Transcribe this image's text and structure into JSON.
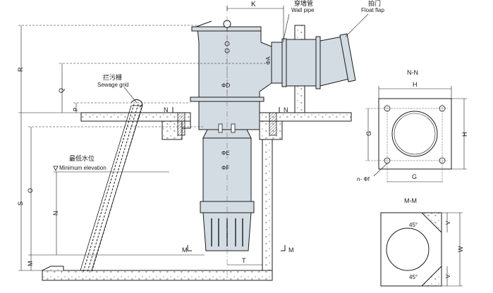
{
  "labels": {
    "K": "K",
    "wall_pipe_cn": "穿墙管",
    "wall_pipe_en": "Wall pipe",
    "float_flap_cn": "拍门",
    "float_flap_en": "Float flap",
    "phi_A": "ΦA",
    "phi_D": "ΦD",
    "phi_E": "ΦE",
    "phi_F": "ΦF",
    "R": "R",
    "Q": "Q",
    "P": "P",
    "S": "S",
    "O": "O",
    "N_dim": "N",
    "M_dim": "M",
    "N_left": "N",
    "N_right": "N",
    "M_left": "M",
    "M_right": "M",
    "T": "T",
    "sewage_grid_cn": "拦污栅",
    "sewage_grid_en": "Sewage grid",
    "min_water_cn": "最低水位",
    "min_water_en": "Minimum elevation"
  },
  "section_nn": {
    "title": "N-N",
    "H_top": "H",
    "H_right": "H",
    "G_left": "G",
    "G_bottom": "G",
    "holes": "n- Φf"
  },
  "section_mm": {
    "title": "M-M",
    "angle_top": "45°",
    "angle_bottom": "45°",
    "V_top": "V",
    "V_bottom": "V",
    "W": "W"
  },
  "colors": {
    "line": "#1a1a1a",
    "pump_fill": "#d4dce3",
    "concrete_fill": "#ffffff",
    "guide": "#666666"
  }
}
